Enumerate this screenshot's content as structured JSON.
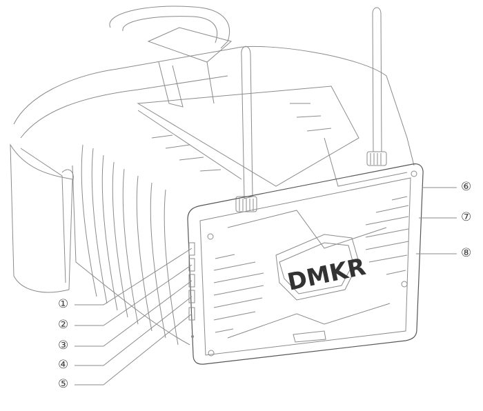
{
  "device": {
    "brand_logo": "DMKR"
  },
  "callouts": {
    "left": [
      "①",
      "②",
      "③",
      "④",
      "⑤"
    ],
    "right": [
      "⑥",
      "⑦",
      "⑧"
    ]
  },
  "colors": {
    "line": "#8a8a8a",
    "logo": "#333333"
  }
}
